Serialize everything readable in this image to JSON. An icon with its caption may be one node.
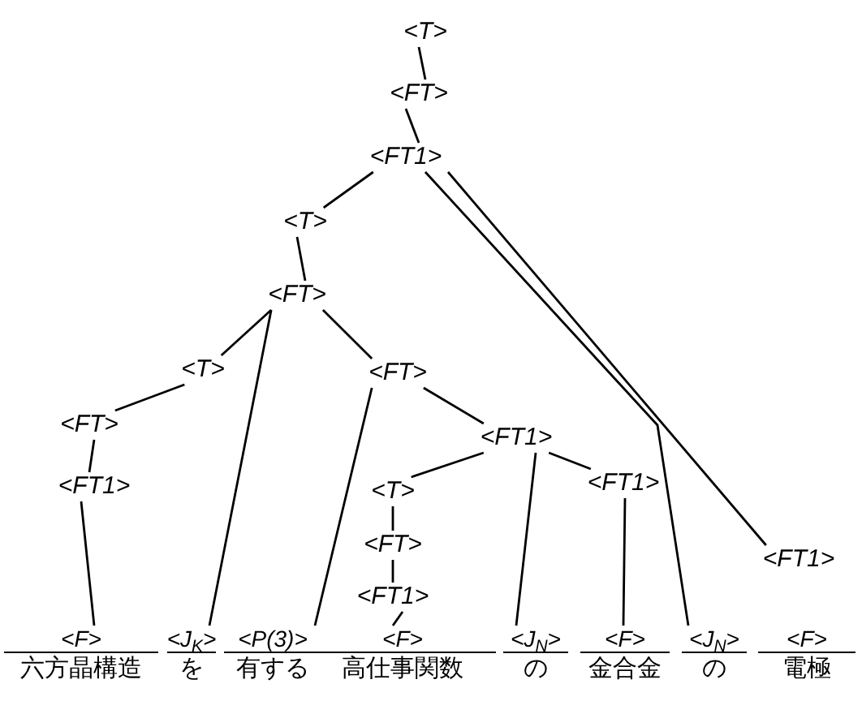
{
  "diagram": {
    "nodes": [
      {
        "text": [
          "<T>"
        ]
      },
      {
        "text": [
          "<FT>"
        ]
      },
      {
        "text": [
          "<FT1>"
        ]
      },
      {
        "text": [
          "<T>"
        ]
      },
      {
        "text": [
          "<FT>"
        ]
      },
      {
        "text": [
          "<T>"
        ]
      },
      {
        "text": [
          "<FT>"
        ]
      },
      {
        "text": [
          "<FT1>"
        ]
      },
      {
        "text": [
          "<FT>"
        ]
      },
      {
        "text": [
          "<FT1>"
        ]
      },
      {
        "text": [
          "<T>"
        ]
      },
      {
        "text": [
          "<FT>"
        ]
      },
      {
        "text": [
          "<FT1>"
        ]
      },
      {
        "text": [
          "<FT1>"
        ]
      },
      {
        "text": [
          "<FT1>"
        ]
      },
      {
        "text": [
          "<F>",
          "六方晶構造"
        ]
      },
      {
        "text": [
          "<J$_{K}$>",
          "を"
        ]
      },
      {
        "text": [
          "<P(3)>",
          "有する"
        ]
      },
      {
        "text": [
          "<F>",
          "高仕事関数"
        ]
      },
      {
        "text": [
          "<J$_{N}$>",
          "の"
        ]
      },
      {
        "text": [
          "<F>",
          "金合金"
        ]
      },
      {
        "text": [
          "<J$_{N}$>",
          "の"
        ]
      },
      {
        "text": [
          "<F>",
          "電極"
        ]
      }
    ],
    "edges": [
      {
        "from": 0,
        "to": 1,
        "arrow": "none"
      },
      {
        "from": 1,
        "to": 2,
        "arrow": "none"
      },
      {
        "from": 2,
        "to": 3,
        "arrow": "none"
      },
      {
        "from": 3,
        "to": 4,
        "arrow": "none"
      },
      {
        "from": 4,
        "to": 5,
        "arrow": "none"
      },
      {
        "from": 5,
        "to": 6,
        "arrow": "none"
      },
      {
        "from": 6,
        "to": 7,
        "arrow": "none"
      },
      {
        "from": 7,
        "to": 15,
        "arrow": "none"
      },
      {
        "from": 4,
        "to": 16,
        "arrow": "none"
      },
      {
        "from": 4,
        "to": 8,
        "arrow": "none"
      },
      {
        "from": 8,
        "to": 17,
        "arrow": "none"
      },
      {
        "from": 8,
        "to": 9,
        "arrow": "none"
      },
      {
        "from": 9,
        "to": 10,
        "arrow": "none"
      },
      {
        "from": 10,
        "to": 11,
        "arrow": "none"
      },
      {
        "from": 11,
        "to": 12,
        "arrow": "none"
      },
      {
        "from": 12,
        "to": 18,
        "arrow": "none"
      },
      {
        "from": 9,
        "to": 19,
        "arrow": "none"
      },
      {
        "from": 9,
        "to": 13,
        "arrow": "none"
      },
      {
        "from": 13,
        "to": 20,
        "arrow": "none"
      },
      {
        "from": 2,
        "to": 21,
        "arrow": "none"
      },
      {
        "from": 2,
        "to": 14,
        "arrow": "none"
      }
    ]
  }
}
